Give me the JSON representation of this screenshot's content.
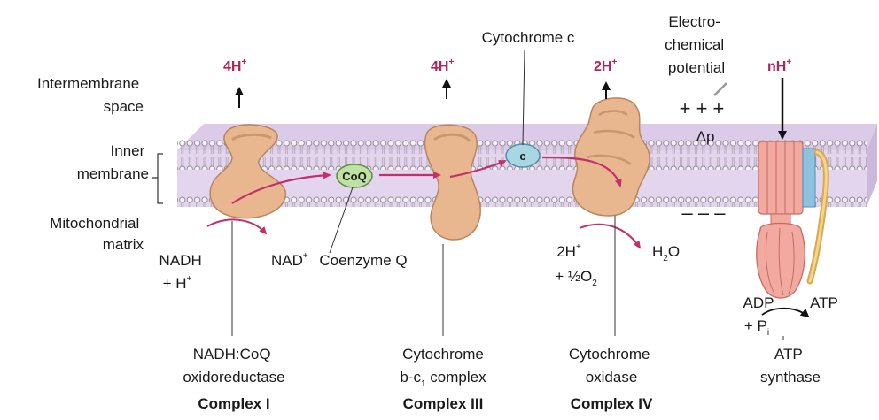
{
  "colors": {
    "membrane": "#dccbe8",
    "membrane_edge": "#b9a3cd",
    "lipid_head": "#f4f2f6",
    "lipid_edge": "#8b8290",
    "protein": "#e8b68f",
    "protein_dark": "#b9855e",
    "coq": "#bfe2a3",
    "cyt_c": "#a9d6e3",
    "arrow": "#c0306a",
    "synthase": "#f1a9a0",
    "synthase_stalk": "#e5c16f",
    "synthase_blue": "#8fc1e0",
    "proton_text": "#b0245e"
  },
  "regions": {
    "intermembrane": [
      "Intermembrane",
      "space"
    ],
    "inner": [
      "Inner",
      "membrane"
    ],
    "matrix": [
      "Mitochondrial",
      "matrix"
    ]
  },
  "protons": {
    "c1": {
      "text": "4H",
      "sup": "+"
    },
    "c3": {
      "text": "4H",
      "sup": "+"
    },
    "c4": {
      "text": "2H",
      "sup": "+"
    },
    "synthase": {
      "text": "nH",
      "sup": "+"
    }
  },
  "potential": {
    "title": [
      "Electro-",
      "chemical",
      "potential"
    ],
    "plus": "+ + +",
    "minus": "– – –",
    "delta": "Δp"
  },
  "carriers": {
    "coq": "CoQ",
    "cytc": "c",
    "cytochrome_c": "Cytochrome c",
    "coenzyme_q": "Coenzyme Q"
  },
  "reactions": {
    "nadh": [
      "NADH",
      "+ H"
    ],
    "nadh_sup": "+",
    "nad": "NAD",
    "nad_sup": "+",
    "o2_line1": "2H",
    "o2_line1_sup": "+",
    "o2_line2": "+ ½O",
    "o2_line2_sub": "2",
    "h2o": "H",
    "h2o_sub": "2",
    "h2o_tail": "O",
    "adp": "ADP",
    "pi": "+ P",
    "pi_sub": "i",
    "atp": "ATP"
  },
  "complexes": {
    "c1": {
      "name": [
        "NADH:CoQ",
        "oxidoreductase"
      ],
      "label": "Complex I"
    },
    "c3": {
      "name": [
        "Cytochrome",
        "b-c",
        " complex"
      ],
      "name_sub": "1",
      "label": "Complex III"
    },
    "c4": {
      "name": [
        "Cytochrome",
        "oxidase"
      ],
      "label": "Complex IV"
    },
    "synthase": {
      "name": [
        "ATP",
        "synthase"
      ]
    }
  }
}
